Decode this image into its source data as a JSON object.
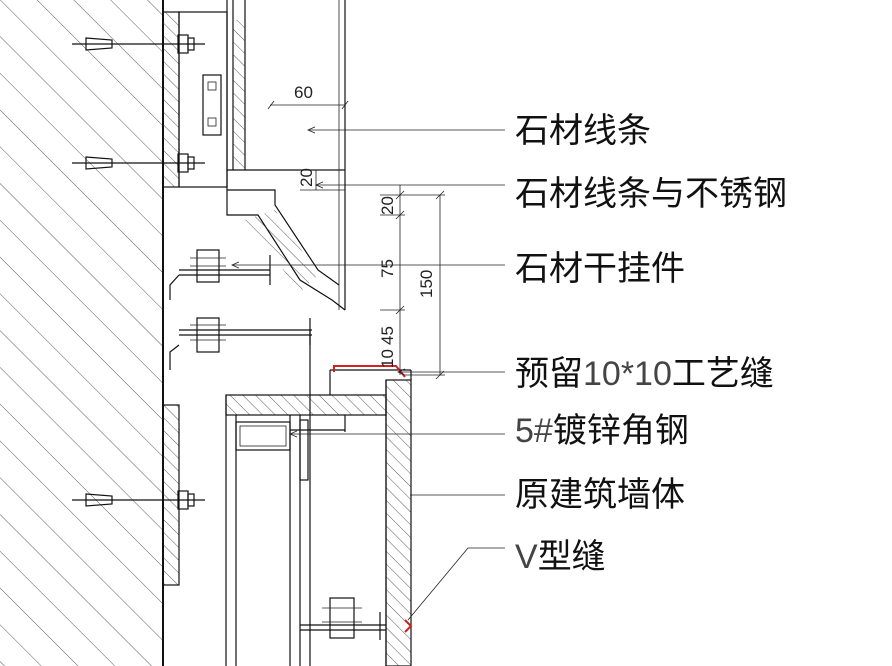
{
  "labels": {
    "stone_line": "石材线条",
    "stone_line_steel": "石材线条与不锈钢",
    "dry_hanger": "石材干挂件",
    "reserved_gap_prefix": "预留",
    "reserved_gap_value": "10*10",
    "reserved_gap_suffix": "工艺缝",
    "angle_steel_number": "5#",
    "angle_steel_text": "镀锌角钢",
    "original_wall": "原建筑墙体",
    "v_groove_prefix": "V",
    "v_groove_suffix": "型缝"
  },
  "dimensions": {
    "d60": "60",
    "d20a": "20",
    "d20b": "20",
    "d75": "75",
    "d150": "150",
    "d45": "45",
    "d10": "10"
  },
  "colors": {
    "line": "#111111",
    "highlight": "#d42020"
  }
}
